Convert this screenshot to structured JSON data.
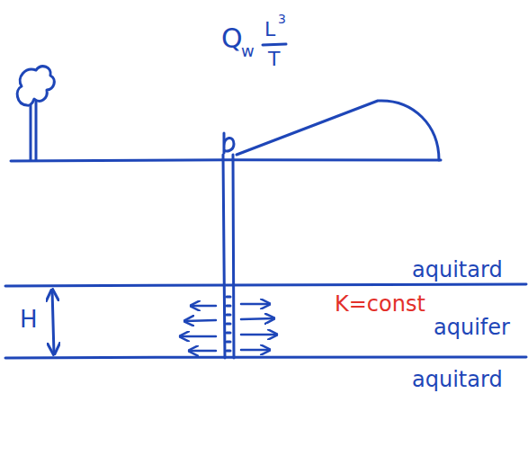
{
  "diagram": {
    "labels": [
      "Q",
      "w",
      "L",
      "3",
      "T",
      "H",
      "aquitard",
      "K=const",
      "aquifer",
      "aquitard"
    ]
  }
}
